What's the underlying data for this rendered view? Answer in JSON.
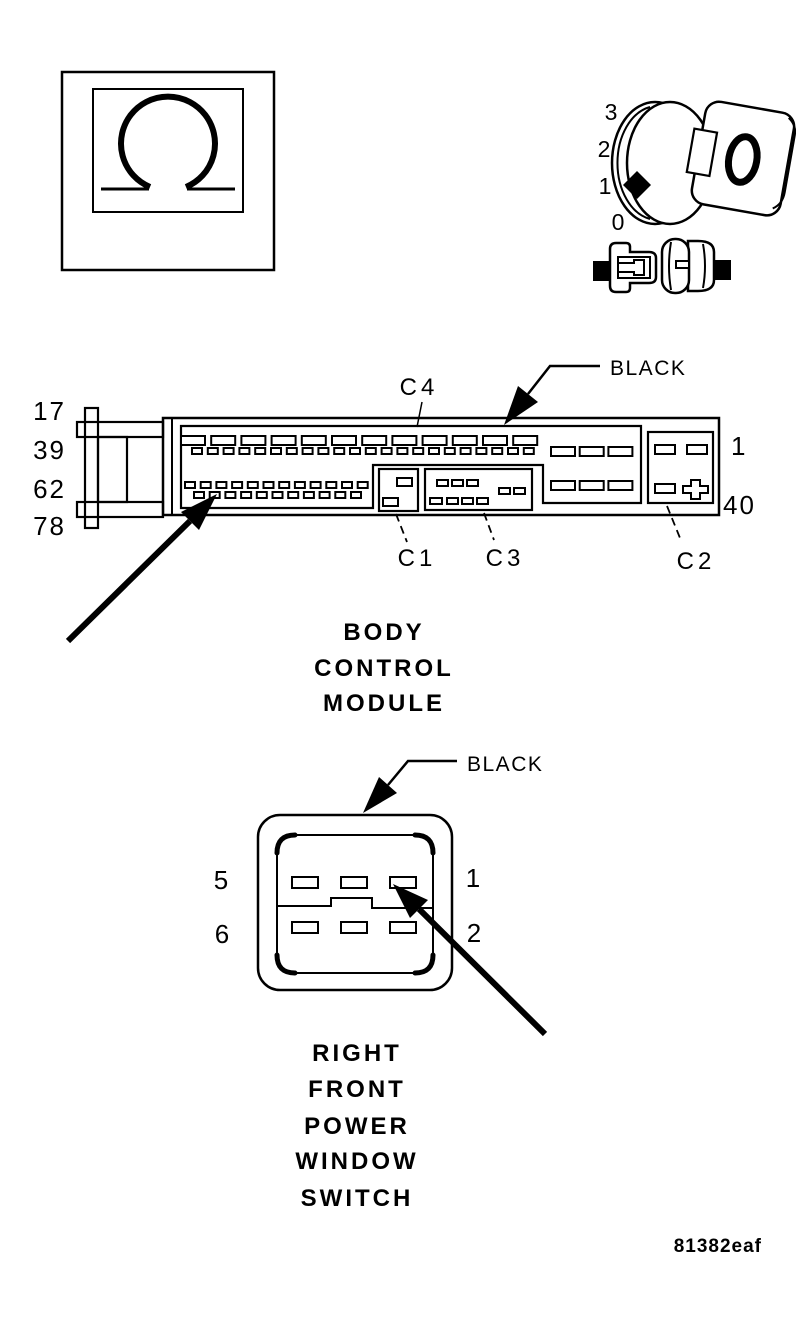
{
  "colors": {
    "ink": "#000000",
    "paper": "#ffffff"
  },
  "icons": {
    "ohmmeter": "ohmmeter-icon",
    "ignition_switch": "ignition-switch-position-icon",
    "disconnect_connector": "disconnect-connector-icon"
  },
  "ignition_icon": {
    "positions": [
      "3",
      "2",
      "1",
      "0"
    ]
  },
  "bcm": {
    "color_label": "BLACK",
    "left_pin_numbers": [
      "17",
      "39",
      "62",
      "78"
    ],
    "right_pin_numbers": [
      "1",
      "40"
    ],
    "connector_labels": {
      "c4": "C4",
      "c1": "C1",
      "c3": "C3",
      "c2": "C2"
    },
    "title_lines": [
      "BODY",
      "CONTROL",
      "MODULE"
    ]
  },
  "window_switch": {
    "color_label": "BLACK",
    "left_pin_numbers": [
      "5",
      "6"
    ],
    "right_pin_numbers": [
      "1",
      "2"
    ],
    "title_lines": [
      "RIGHT",
      "FRONT",
      "POWER",
      "WINDOW",
      "SWITCH"
    ]
  },
  "figure_code": "81382eaf"
}
